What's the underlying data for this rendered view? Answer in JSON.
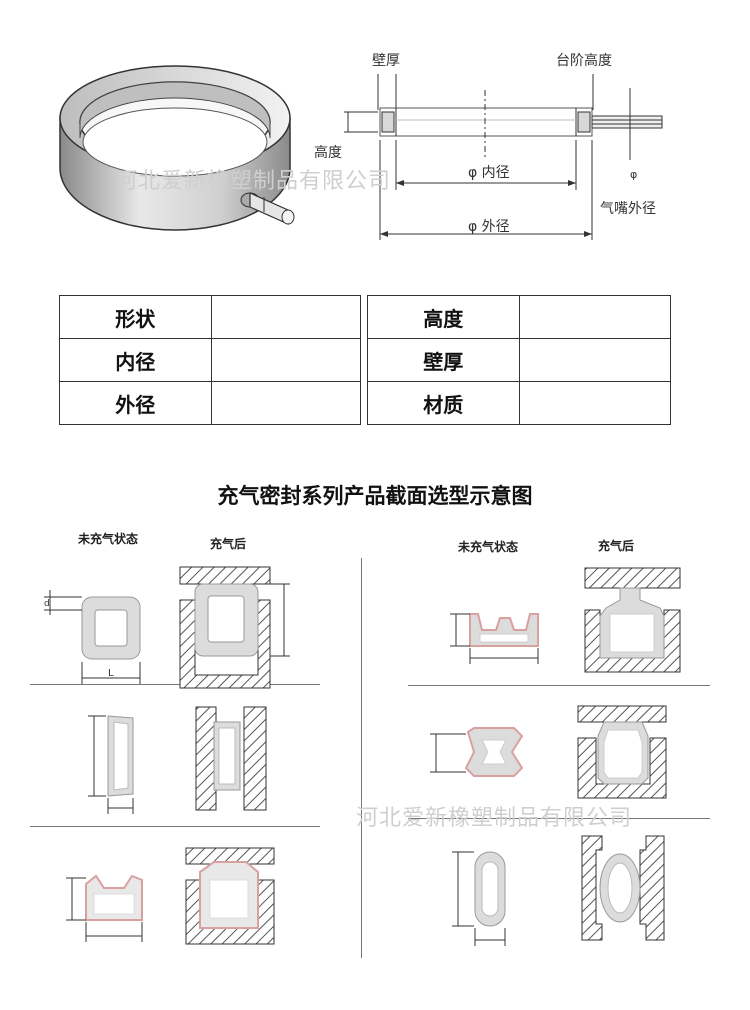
{
  "top_labels": {
    "wall_thickness": "壁厚",
    "step_height": "台阶高度",
    "height": "高度",
    "inner_diameter": "φ 内径",
    "outer_diameter": "φ 外径",
    "nozzle_od": "气嘴外径"
  },
  "watermark": "河北爱新橡塑制品有限公司",
  "spec_table": {
    "rows": [
      [
        "形状",
        "",
        "高度",
        ""
      ],
      [
        "内径",
        "",
        "壁厚",
        ""
      ],
      [
        "外径",
        "",
        "材质",
        ""
      ]
    ]
  },
  "section_title": "充气密封系列产品截面选型示意图",
  "columns": {
    "left": {
      "before": "未充气状态",
      "after": "充气后"
    },
    "right": {
      "before": "未充气状态",
      "after": "充气后"
    }
  },
  "dims": {
    "d": "d",
    "L": "L",
    "phi": "φ"
  },
  "colors": {
    "seal_fill": "#dcdcdc",
    "seal_edge": "#e2a8a8",
    "hatch": "#555555"
  }
}
